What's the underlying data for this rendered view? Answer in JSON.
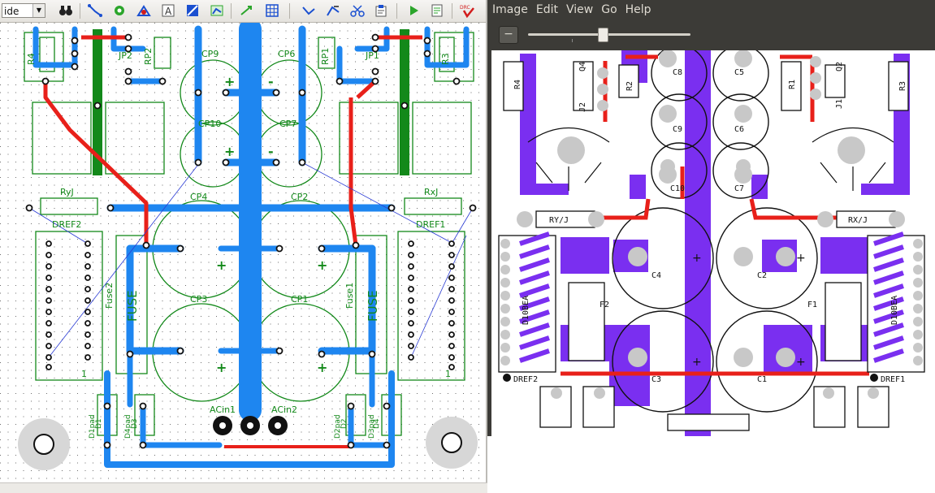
{
  "toolbar": {
    "layer_select_value": "ide",
    "icons": [
      "binoculars-icon",
      "route-wire-icon",
      "via-icon",
      "net-connect-icon",
      "text-icon",
      "copper-fill-icon",
      "polygon-icon",
      "measure-icon",
      "grid-icon",
      "trace-icon",
      "edit-trace-icon",
      "scissors-icon",
      "clipboard-icon",
      "run-icon",
      "report-icon",
      "drc-icon"
    ],
    "drc_label": "DRC"
  },
  "pcb_labels": {
    "r4": "R4",
    "jp2": "JP2",
    "rp2": "RP2",
    "rp1": "RP1",
    "jp1": "JP1",
    "r3": "R3",
    "cp9": "CP9",
    "cp6": "CP6",
    "cp10": "CP10",
    "cp7": "CP7",
    "ryj": "RyJ",
    "rxj": "RxJ",
    "cp4": "CP4",
    "cp2": "CP2",
    "dref2": "DREF2",
    "dref1": "DREF1",
    "fuse2": "Fuse2",
    "fuse1": "Fuse1",
    "fuse": "FUSE",
    "cp3": "CP3",
    "cp1": "CP1",
    "acin1": "ACin1",
    "acin2": "ACin2",
    "d1": "D1",
    "d1pad": "D1pad",
    "d3": "D3",
    "d4pad": "D4pad",
    "d2": "D2",
    "d2pad": "D2pad",
    "d4": "D4",
    "d3pad": "D3pad",
    "one": "1",
    "plus": "+",
    "minus": "-"
  },
  "viewer": {
    "menu": [
      "Image",
      "Edit",
      "View",
      "Go",
      "Help"
    ],
    "zoom_out_label": "−",
    "zoom_fraction": 0.46
  },
  "render_labels": {
    "c8": "C8",
    "c5": "C5",
    "c9": "C9",
    "c6": "C6",
    "c10": "C10",
    "c7": "C7",
    "r4": "R4",
    "q4": "Q4",
    "j2": "J2",
    "r2": "R2",
    "r1": "R1",
    "q2": "Q2",
    "j1": "J1",
    "r3": "R3",
    "ryj": "RY/J",
    "rxj": "RX/J",
    "c4": "C4",
    "c2": "C2",
    "c3": "C3",
    "c1": "C1",
    "f2": "F2",
    "f1": "F1",
    "dref2": "DREF2",
    "dref1": "DREF1",
    "d10bea_left": "D10BEA",
    "d10bea_right": "D10BEA"
  },
  "colors": {
    "trace_bottom": "#1e86f0",
    "trace_top": "#e8201a",
    "silkscreen": "#13891a",
    "render_purple": "#7a2ff0",
    "render_pad": "#c8c8c8",
    "viewer_bg": "#3c3b37"
  }
}
